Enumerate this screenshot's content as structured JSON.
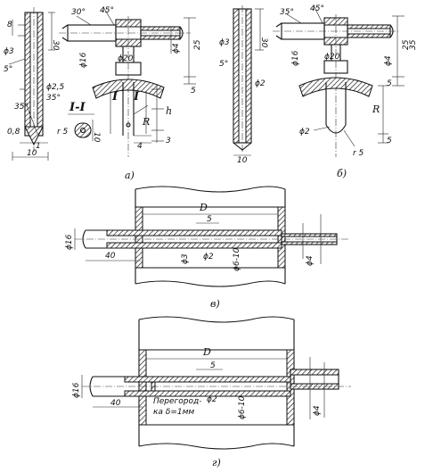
{
  "labels": {
    "fig_a": "а)",
    "fig_b": "б)",
    "fig_v": "в)",
    "fig_g": "г)",
    "section": "I-I",
    "section_mark_1": "I",
    "section_mark_2": "I"
  },
  "dims_a": {
    "d3": "ϕ3",
    "a5": "5°",
    "d2_5": "ϕ2,5",
    "a35a": "35°",
    "a35b": "35°",
    "d0_8": "0,8",
    "d1": "1",
    "d10": "10",
    "r5": "r 5",
    "d10b": "10",
    "d8": "8",
    "d30": "30",
    "a30": "30°",
    "a45": "45°",
    "d16": "ϕ16",
    "d20": "ϕ20",
    "d4": "ϕ4",
    "d25": "25",
    "d5": "5",
    "h": "h",
    "R": "R",
    "d4b": "4",
    "d3b": "3"
  },
  "dims_b": {
    "d3": "ϕ3",
    "a5": "5°",
    "d2": "ϕ2",
    "d10": "10",
    "d30": "30",
    "a35": "35°",
    "a45": "45°",
    "d16": "ϕ16",
    "d20": "ϕ20",
    "d4": "ϕ4",
    "d25": "25",
    "d35": "35",
    "d5a": "5",
    "R": "R",
    "d2b": "ϕ2",
    "r5": "r 5",
    "d5b": "5"
  },
  "dims_v": {
    "D": "D",
    "d5": "5",
    "d16": "ϕ16",
    "d40": "40",
    "d3": "ϕ3",
    "d2": "ϕ2",
    "d6_10": "ϕ6-10",
    "d4": "ϕ4"
  },
  "dims_g": {
    "D": "D",
    "d5": "5",
    "d16": "ϕ16",
    "d40": "40",
    "baffle": "Перегород-",
    "baffle2": "ка δ=1мм",
    "d2": "ϕ2",
    "d6_10": "ϕ6-10",
    "d4": "ϕ4"
  }
}
